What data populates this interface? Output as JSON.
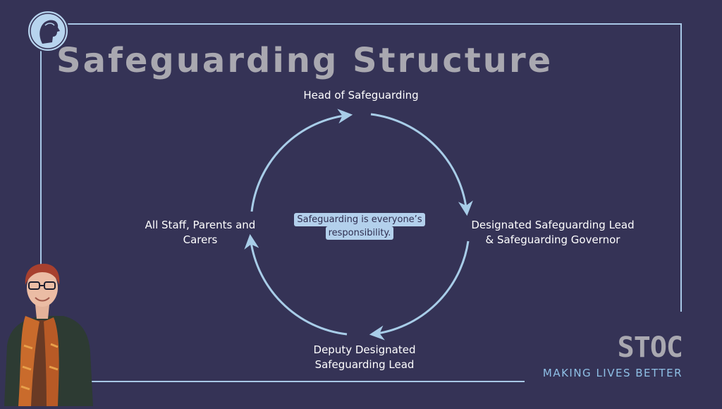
{
  "title": "Safeguarding Structure",
  "nodes": {
    "top": [
      "Head of Safeguarding"
    ],
    "right": [
      "Designated Safeguarding Lead",
      "& Safeguarding Governor"
    ],
    "bottom": [
      "Deputy Designated",
      "Safeguarding Lead"
    ],
    "left": [
      "All Staff, Parents and",
      "Carers"
    ]
  },
  "center_note": [
    "Safeguarding is everyone’s",
    "responsibility."
  ],
  "brand": {
    "name": "STOC",
    "tagline": "MAKING LIVES BETTER"
  },
  "colors": {
    "background": "#353356",
    "frame": "#a8c8e6",
    "arrow": "#a8cde8",
    "title": "#a9a8b0",
    "node_text": "#ffffff",
    "note_bg": "#b3d0ec",
    "tagline": "#8fc0e6"
  },
  "icons": {
    "logo": "head-profile-logo",
    "photo": "presenter-photo"
  }
}
